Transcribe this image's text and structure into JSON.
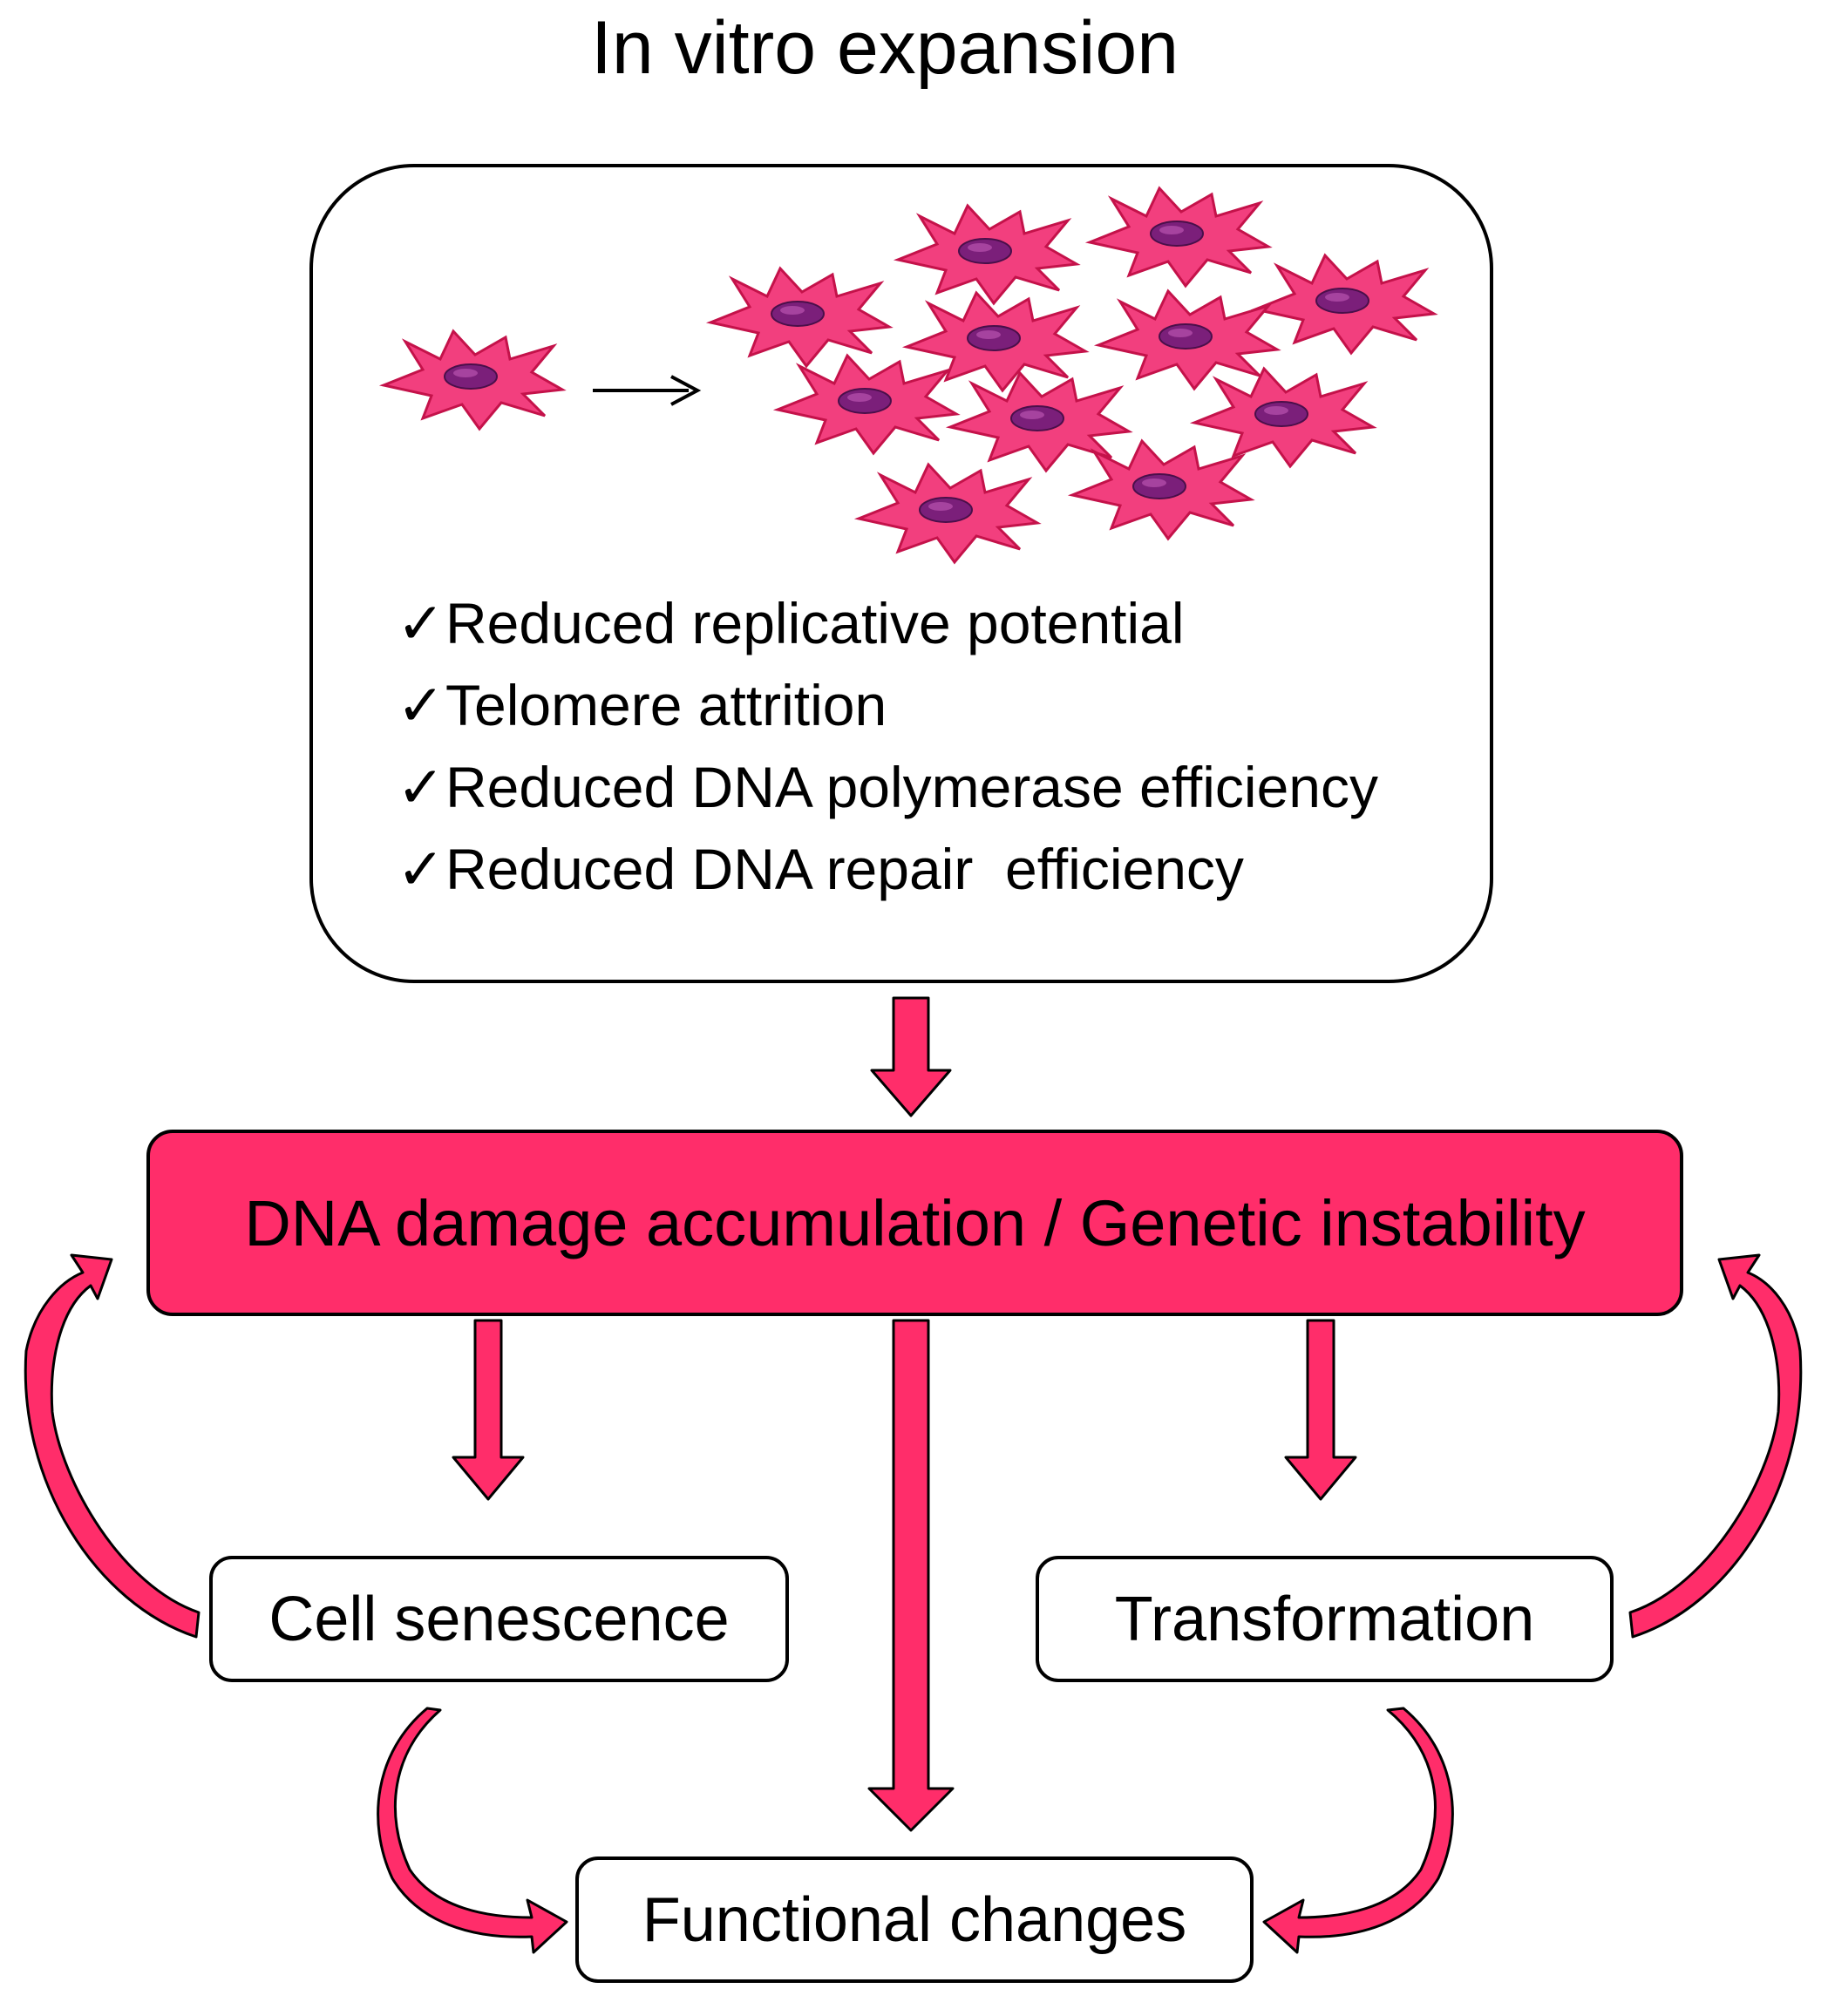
{
  "title": "In vitro expansion",
  "expansion_box": {
    "checklist": [
      {
        "mark": "✓",
        "text": "Reduced replicative potential"
      },
      {
        "mark": "✓",
        "text": "Telomere attrition"
      },
      {
        "mark": "✓",
        "text": "Reduced DNA polymerase efficiency"
      },
      {
        "mark": "✓",
        "text": "Reduced DNA repair  efficiency"
      }
    ]
  },
  "central_box": {
    "label": "DNA damage accumulation / Genetic instability"
  },
  "outcomes": {
    "senescence": "Cell senescence",
    "transformation": "Transformation",
    "functional": "Functional changes"
  },
  "colors": {
    "accent": "#ff2d6a",
    "accent_dark": "#c4124a",
    "cell_body": "#f23f7e",
    "nucleus": "#7b1f7a",
    "outline": "#000000"
  },
  "icons": {
    "cell": "fibroblast-cell-icon",
    "arrow": "right-arrow-icon"
  }
}
